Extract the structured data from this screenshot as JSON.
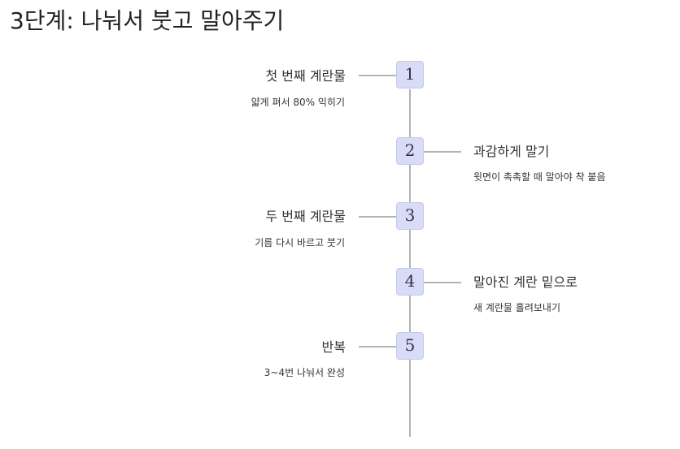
{
  "title": "3단계: 나눠서 붓고 말아주기",
  "steps": [
    {
      "number": "1",
      "label": "첫 번째 계란물",
      "description": "얇게 펴서 80% 익히기",
      "side": "left"
    },
    {
      "number": "2",
      "label": "과감하게 말기",
      "description": "윗면이 촉촉할 때 말아야 착 붙음",
      "side": "right"
    },
    {
      "number": "3",
      "label": "두 번째 계란물",
      "description": "기름 다시 바르고 붓기",
      "side": "left"
    },
    {
      "number": "4",
      "label": "말아진 계란 밑으로",
      "description": "새 계란물 흘려보내기",
      "side": "right"
    },
    {
      "number": "5",
      "label": "반복",
      "description": "3~4번 나눠서 완성",
      "side": "left"
    }
  ],
  "colors": {
    "step_box_fill": "#d9dcf7",
    "step_box_border": "#c5c8ea",
    "line": "#b3b3b3"
  }
}
